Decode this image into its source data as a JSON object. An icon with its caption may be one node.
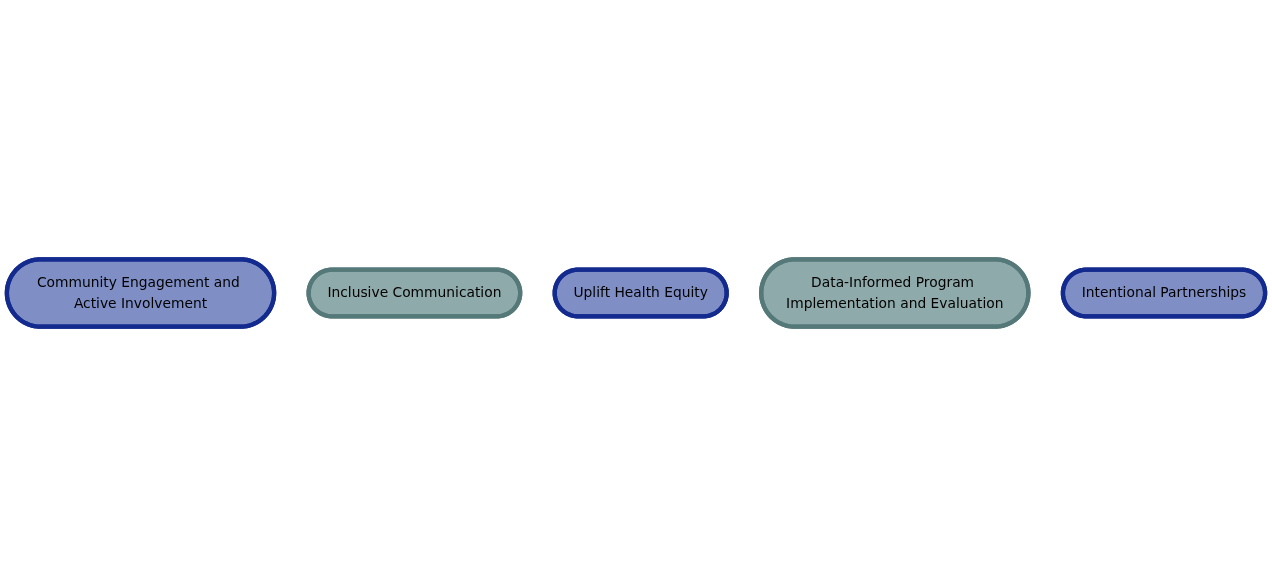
{
  "diagram": {
    "nodes": [
      {
        "text": [
          "Community Engagement and Active Involvement"
        ]
      },
      {
        "text": [
          "Inclusive Communication"
        ]
      },
      {
        "text": [
          "Uplift Health Equity"
        ]
      },
      {
        "text": [
          "Data-Informed Program Implementation and Evaluation"
        ]
      },
      {
        "text": [
          "Intentional Partnerships"
        ]
      }
    ]
  }
}
